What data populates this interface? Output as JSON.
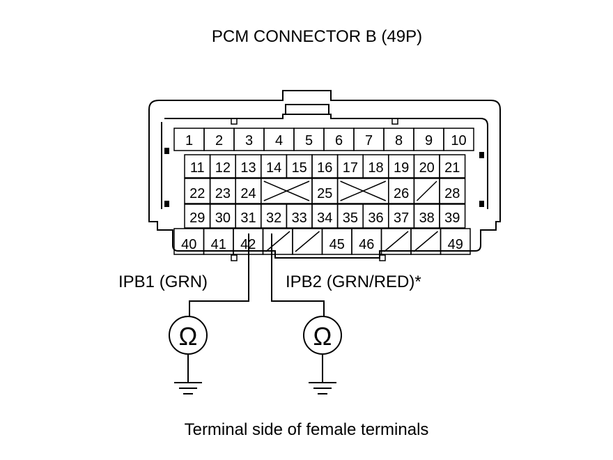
{
  "title": "PCM CONNECTOR B (49P)",
  "wires": {
    "ipb1": "IPB1 (GRN)",
    "ipb2": "IPB2 (GRN/RED)*"
  },
  "meter_symbol": "Ω",
  "caption": "Terminal side of female terminals",
  "pins": {
    "row1": [
      "1",
      "2",
      "3",
      "4",
      "5",
      "6",
      "7",
      "8",
      "9",
      "10"
    ],
    "row2": [
      "11",
      "12",
      "13",
      "14",
      "15",
      "16",
      "17",
      "18",
      "19",
      "20",
      "21"
    ],
    "row3": [
      "22",
      "23",
      "24",
      "25",
      "26",
      "28"
    ],
    "row4": [
      "29",
      "30",
      "31",
      "32",
      "33",
      "34",
      "35",
      "36",
      "37",
      "38",
      "39"
    ],
    "row5": [
      "40",
      "41",
      "42",
      "45",
      "46",
      "49"
    ]
  }
}
